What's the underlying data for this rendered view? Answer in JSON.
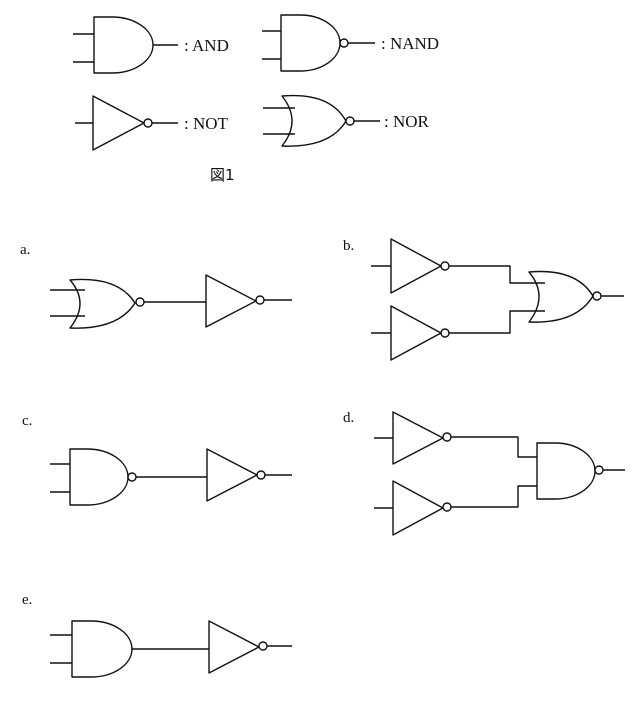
{
  "legend": {
    "and_label": ": AND",
    "nand_label": ": NAND",
    "not_label": ": NOT",
    "nor_label": ": NOR",
    "caption": "図1"
  },
  "circuits": {
    "a": "a.",
    "b": "b.",
    "c": "c.",
    "d": "d.",
    "e": "e."
  }
}
